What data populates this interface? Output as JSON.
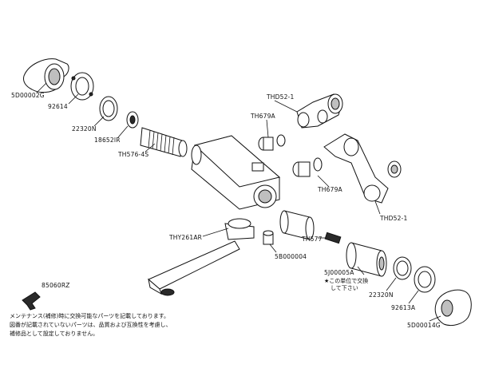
{
  "labels": {
    "handle_left": "5D00002G",
    "ring_92614": "92614",
    "nut_left": "22320N",
    "cap_left": "18652IR",
    "cartridge_left": "TH576-4S",
    "thd52_top": "THD52-1",
    "th679a_top": "TH679A",
    "th679a_right": "TH679A",
    "thd52_right": "THD52-1",
    "spout": "THY261AR",
    "strainer": "TH577",
    "valve_bottom": "5B000004",
    "key": "85060RZ",
    "cart_right": "5J00005A",
    "cart_note_1": "★この単位で交換",
    "cart_note_2": "して下さい",
    "nut_right": "22320N",
    "ring_right": "92613A",
    "handle_right": "5D00014G"
  },
  "footnote": {
    "line1": "メンテナンス(補修)時に交換可能なパーツを記載しております。",
    "line2": "図番が記載されていないパーツは、品質および互換性を考慮し、",
    "line3": "補修品として設定しておりません。"
  }
}
